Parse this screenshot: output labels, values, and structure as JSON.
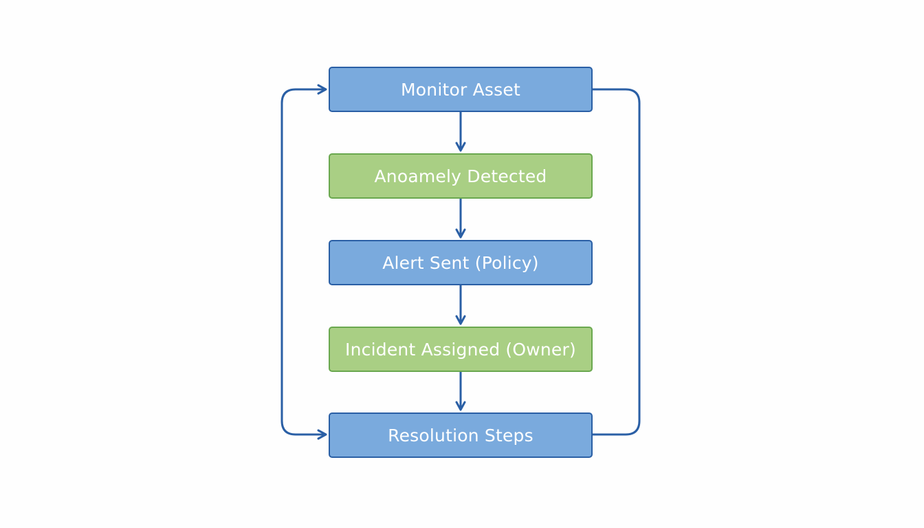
{
  "flow": {
    "nodes": [
      {
        "label": "Monitor Asset",
        "color": "#7aaadd"
      },
      {
        "label": "Anoamely Detected",
        "color": "#a9cf84"
      },
      {
        "label": "Alert Sent (Policy)",
        "color": "#7aaadd"
      },
      {
        "label": "Incident Assigned (Owner)",
        "color": "#a9cf84"
      },
      {
        "label": "Resolution Steps",
        "color": "#7aaadd"
      }
    ],
    "connector_color": "#2a5fa5"
  }
}
